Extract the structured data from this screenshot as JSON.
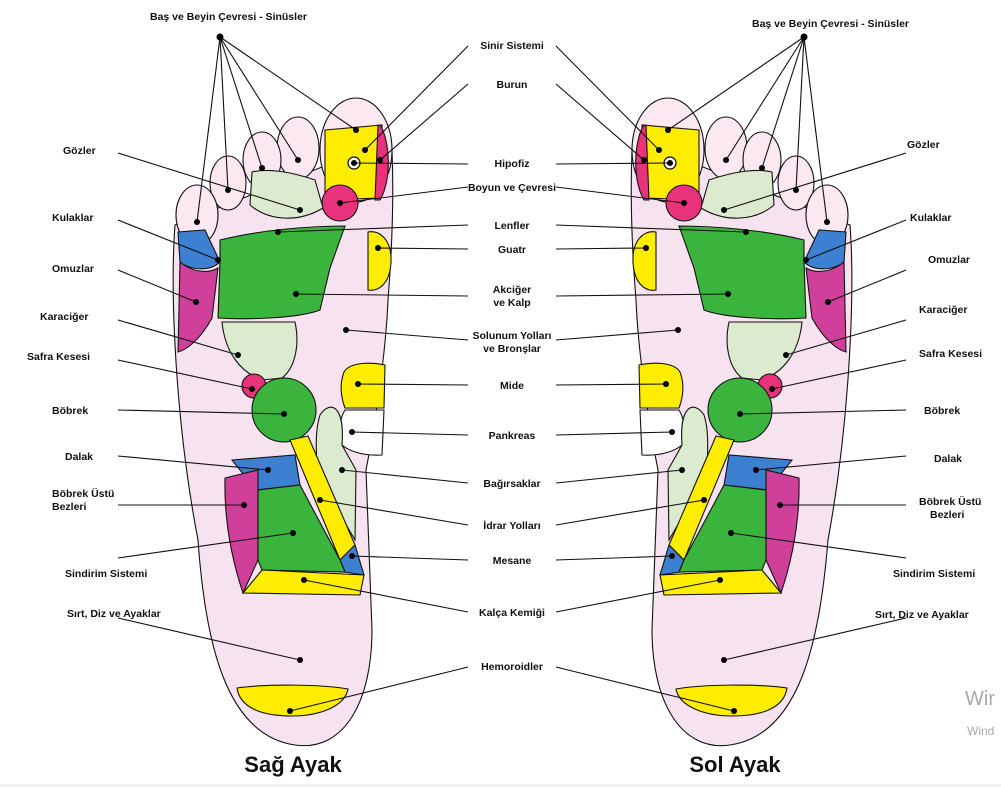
{
  "labels": {
    "head_left": "Baş ve Beyin Çevresi - Sinüsler",
    "head_right": "Baş ve Beyin Çevresi - Sinüsler",
    "nervous": "Sinir Sistemi",
    "nose": "Burun",
    "pituitary": "Hipofiz",
    "neck": "Boyun ve Çevresi",
    "lymph": "Lenfler",
    "thyroid": "Guatr",
    "lungs_1": "Akciğer",
    "lungs_2": "ve Kalp",
    "airways_1": "Solunum Yolları",
    "airways_2": "ve Bronşlar",
    "stomach": "Mide",
    "pancreas": "Pankreas",
    "intestines": "Bağırsaklar",
    "urinary": "İdrar Yolları",
    "bladder": "Mesane",
    "hip": "Kalça Kemiği",
    "hemorrhoids": "Hemoroidler",
    "eyes": "Gözler",
    "ears": "Kulaklar",
    "shoulders": "Omuzlar",
    "liver": "Karaciğer",
    "gallbladder": "Safra Kesesi",
    "kidney": "Böbrek",
    "spleen": "Dalak",
    "adrenal_1": "Böbrek Üstü",
    "adrenal_2": "Bezleri",
    "digestive": "Sindirim Sistemi",
    "back": "Sırt, Diz ve Ayaklar"
  },
  "titles": {
    "right_foot": "Sağ Ayak",
    "left_foot": "Sol Ayak"
  },
  "watermark": {
    "line1": "Wir",
    "line2": "Wind"
  },
  "colors": {
    "skin": "#f7e3ef",
    "toe": "#fbe8f1",
    "yellow": "#ffed00",
    "green": "#3bb43d",
    "pale_green": "#dcebd0",
    "magenta": "#d0409a",
    "pink": "#e8337c",
    "blue": "#3d7fd0"
  }
}
